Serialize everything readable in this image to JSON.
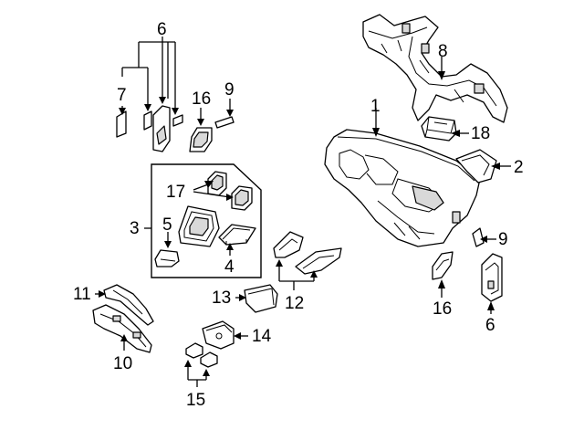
{
  "diagram": {
    "callouts": {
      "c1": "1",
      "c2": "2",
      "c3": "3",
      "c4": "4",
      "c5": "5",
      "c6_top": "6",
      "c6_right": "6",
      "c7": "7",
      "c8": "8",
      "c9_top": "9",
      "c9_right": "9",
      "c10": "10",
      "c11": "11",
      "c12": "12",
      "c13": "13",
      "c14": "14",
      "c15": "15",
      "c16_top": "16",
      "c16_right": "16",
      "c17": "17",
      "c18": "18"
    },
    "colors": {
      "line": "#000000",
      "background": "#ffffff",
      "shade": "#d9d9d9"
    }
  }
}
